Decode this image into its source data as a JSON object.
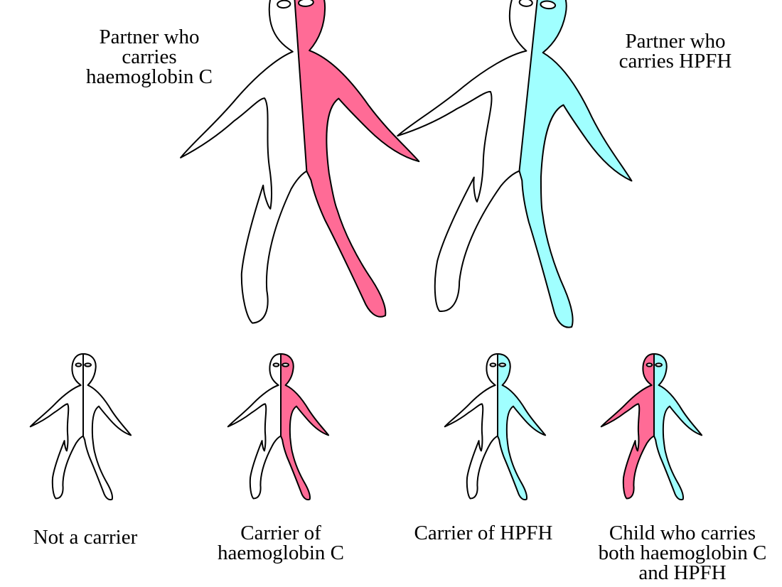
{
  "colors": {
    "haemoglobin_c": "#ff6b96",
    "hpfh": "#a0ffff",
    "non_carrier": "#ffffff",
    "outline": "#000000"
  },
  "parents": [
    {
      "label": [
        "Partner who",
        "carries",
        "haemoglobin C"
      ],
      "left": "non_carrier",
      "right": "haemoglobin_c"
    },
    {
      "label": [
        "Partner who",
        "carries HPFH"
      ],
      "left": "non_carrier",
      "right": "hpfh"
    }
  ],
  "children": [
    {
      "label": [
        "Not a carrier"
      ],
      "left": "non_carrier",
      "right": "non_carrier"
    },
    {
      "label": [
        "Carrier of",
        "haemoglobin C"
      ],
      "left": "non_carrier",
      "right": "haemoglobin_c"
    },
    {
      "label": [
        "Carrier of HPFH"
      ],
      "left": "non_carrier",
      "right": "hpfh"
    },
    {
      "label": [
        "Child who carries",
        "both haemoglobin C",
        "and HPFH"
      ],
      "left": "haemoglobin_c",
      "right": "hpfh"
    }
  ]
}
